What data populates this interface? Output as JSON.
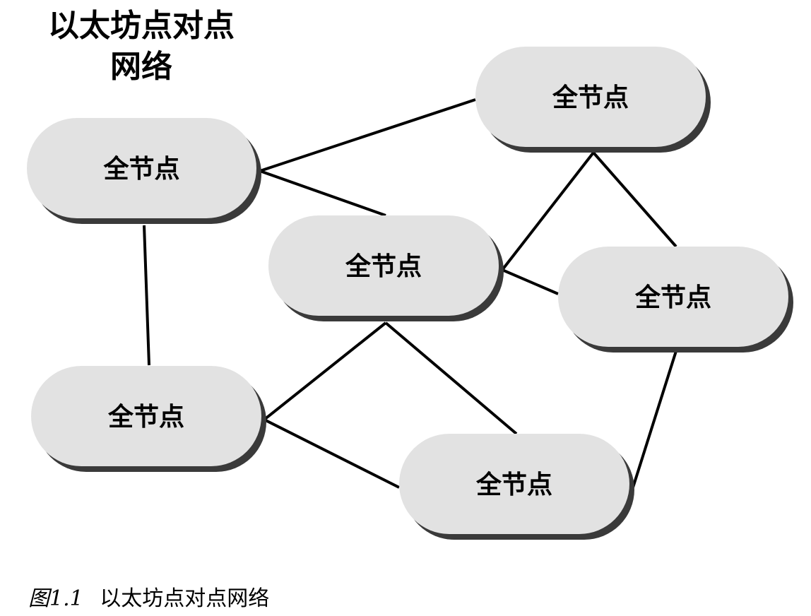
{
  "title": {
    "line1": "以太坊点对点",
    "line2": "网络"
  },
  "nodes": [
    {
      "id": "n1",
      "label": "全节点"
    },
    {
      "id": "n2",
      "label": "全节点"
    },
    {
      "id": "n3",
      "label": "全节点"
    },
    {
      "id": "n4",
      "label": "全节点"
    },
    {
      "id": "n5",
      "label": "全节点"
    },
    {
      "id": "n6",
      "label": "全节点"
    }
  ],
  "edges": [
    [
      "n1",
      "n2"
    ],
    [
      "n1",
      "n3"
    ],
    [
      "n1",
      "n5"
    ],
    [
      "n2",
      "n3"
    ],
    [
      "n2",
      "n4"
    ],
    [
      "n3",
      "n4"
    ],
    [
      "n3",
      "n5"
    ],
    [
      "n3",
      "n6"
    ],
    [
      "n5",
      "n6"
    ],
    [
      "n4",
      "n6"
    ]
  ],
  "colors": {
    "node_fill": "#e2e2e2",
    "node_shadow": "#3a3a3a",
    "edge": "#000000"
  },
  "caption": {
    "figure": "图1.1",
    "text": "以太坊点对点网络"
  }
}
